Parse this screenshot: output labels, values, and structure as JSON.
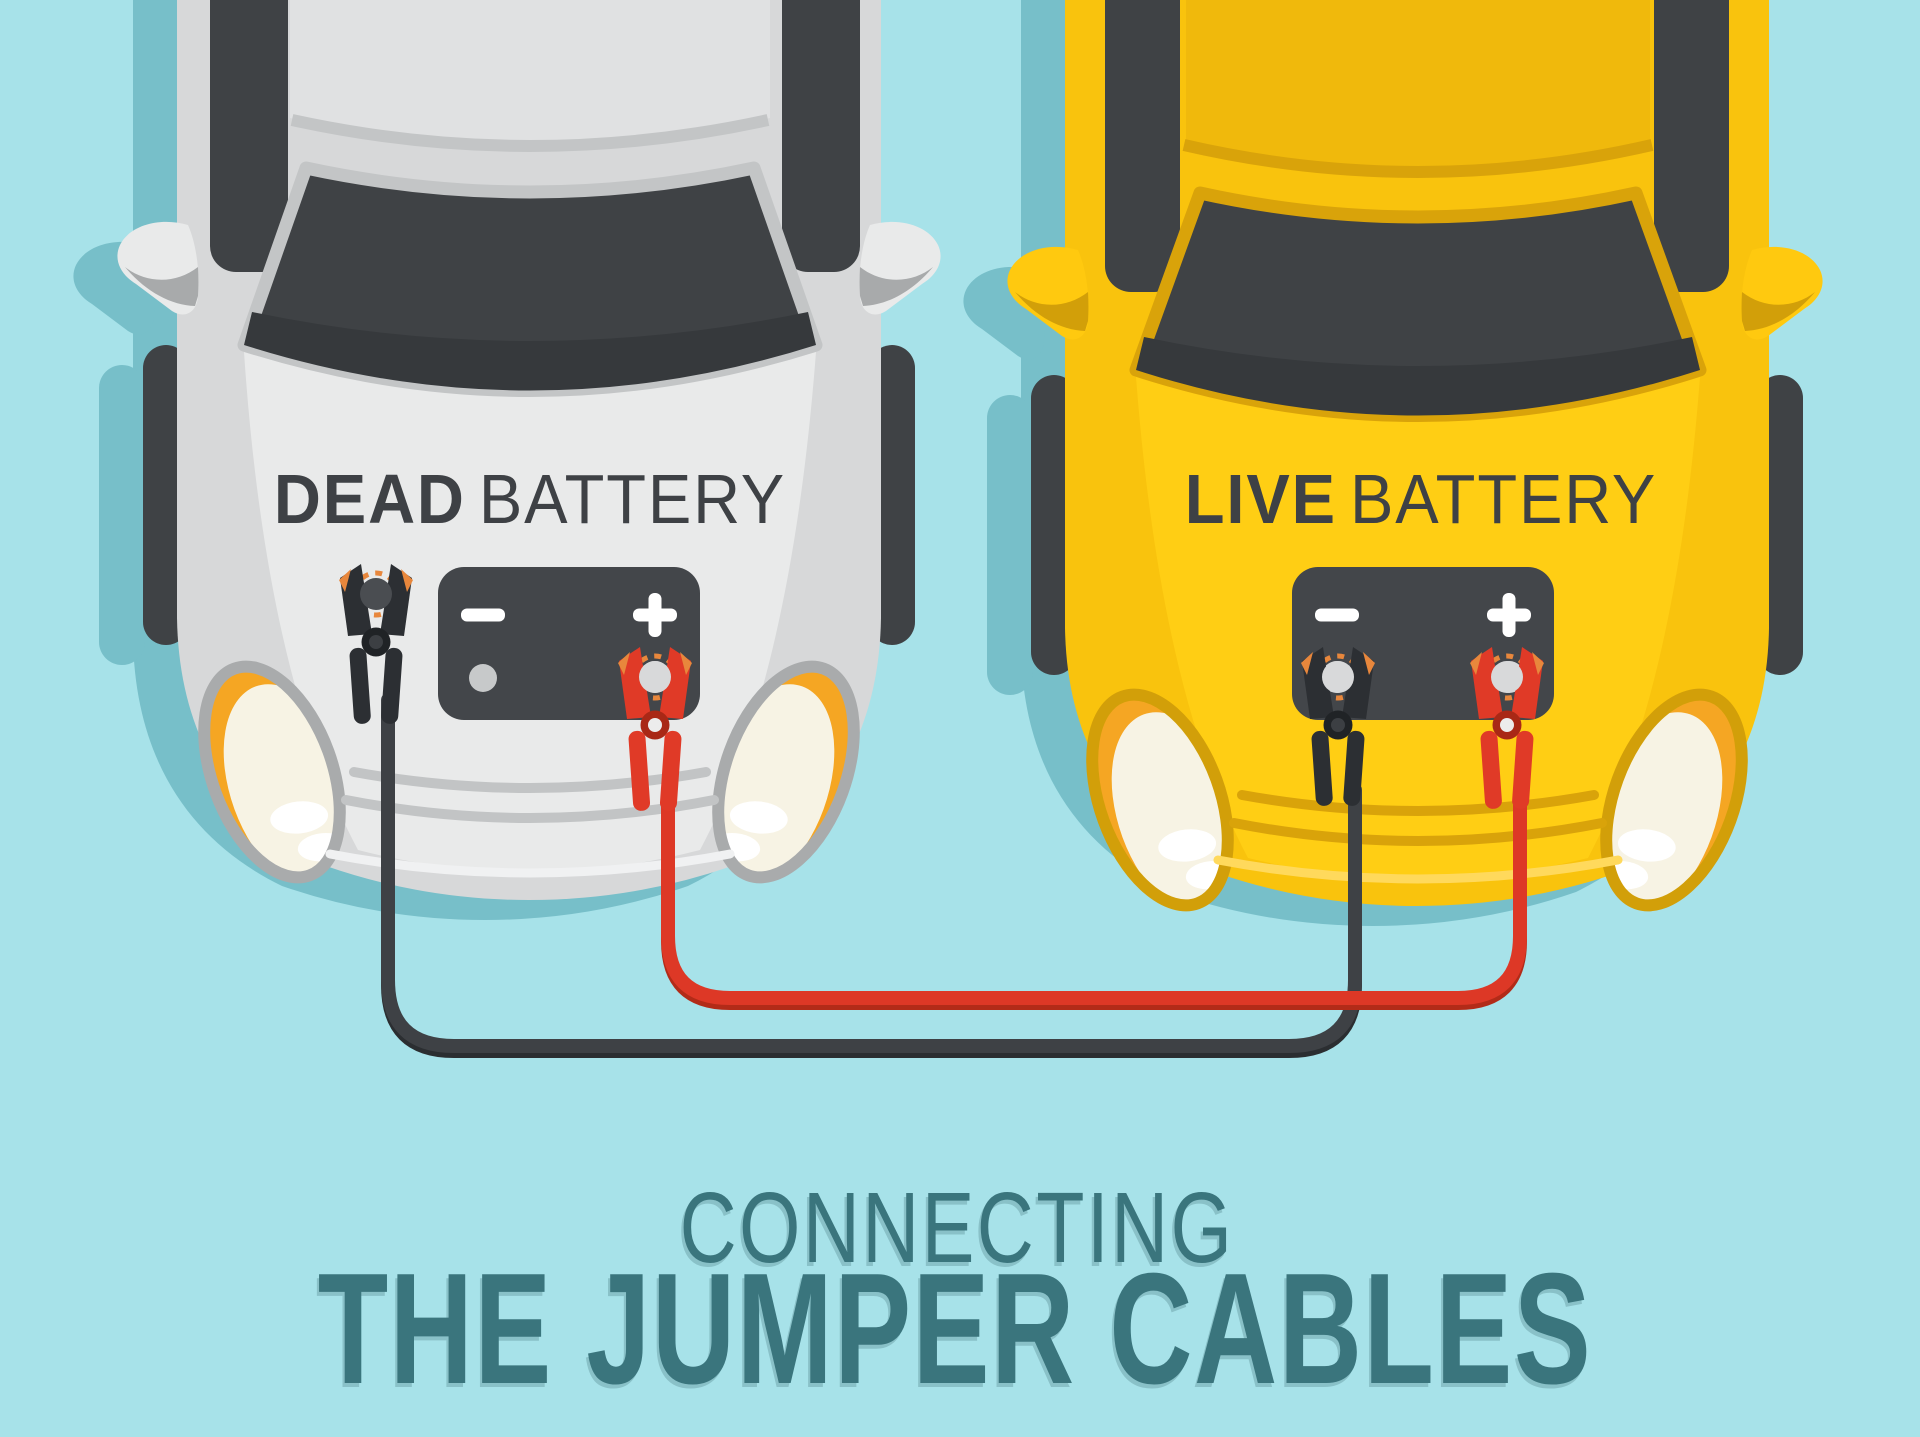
{
  "title": {
    "line1": "CONNECTING",
    "line2": "THE JUMPER CABLES",
    "color": "#3A757D"
  },
  "cars": [
    {
      "id": "dead",
      "label_strong": "DEAD",
      "label_rest": "BATTERY",
      "body_color": "#D7D8D9",
      "hood_color": "#E9EAEA",
      "roof_color": "#E0E1E2",
      "edge_color": "#E9EAEA",
      "accent_color": "#C3C5C6",
      "mirror_under_color": "#A8AAAB",
      "bumper_line_color": "#C2C4C5",
      "bumper_edge_color": "#F0F1F2",
      "headlight_border": "#A9ABAC"
    },
    {
      "id": "live",
      "label_strong": "LIVE",
      "label_rest": "BATTERY",
      "body_color": "#F9C30D",
      "hood_color": "#FFCE14",
      "roof_color": "#F0B90C",
      "edge_color": "#FFC90F",
      "accent_color": "#D9A30A",
      "mirror_under_color": "#D29F09",
      "bumper_line_color": "#D9A30A",
      "bumper_edge_color": "#FFD95C",
      "headlight_border": "#D29F09"
    }
  ],
  "battery": {
    "fill": "#43464A",
    "symbol_color": "#FFFFFF",
    "negative_symbol": "−",
    "positive_symbol": "+",
    "terminal_color": "#D8D9DA",
    "vent_color": "#C7C9CA"
  },
  "clamps": {
    "black_body": "#2C2F33",
    "black_ring": "#202326",
    "black_ring_inner": "#3C3F43",
    "red_body": "#E03A27",
    "red_ring": "#A92816",
    "red_ring_inner": "#ECECEC",
    "tooth_color": "#E8873C",
    "ground_grip_color": "#4A4D51"
  },
  "cables": {
    "black": "#3E4145",
    "black_shade": "#2B2E31",
    "red": "#DD3826",
    "red_shade": "#B22B18"
  },
  "label_color": "#3E4145",
  "background": "#A7E2E9",
  "car_shadow": "#77BFC9",
  "window_color": "#3F4245",
  "window_lower_color": "#36393C",
  "headlight_inner": "#F7F3E4",
  "headlight_orange": "#F5A623",
  "headlight_dot": "#FFFFFF"
}
